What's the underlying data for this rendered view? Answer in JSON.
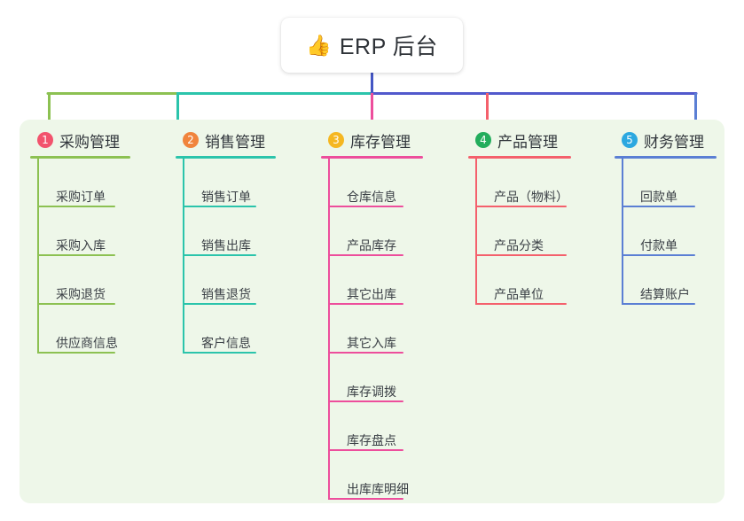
{
  "root": {
    "icon": "thumbs-up-icon",
    "icon_glyph": "👍",
    "title": "ERP 后台"
  },
  "panel": {
    "background_color": "#eef7e9"
  },
  "columns": [
    {
      "index": "1",
      "title": "采购管理",
      "badge_color": "#f2536d",
      "line_color": "#8cc152",
      "items": [
        "采购订单",
        "采购入库",
        "采购退货",
        "供应商信息"
      ]
    },
    {
      "index": "2",
      "title": "销售管理",
      "badge_color": "#f0843c",
      "line_color": "#2bc4ab",
      "items": [
        "销售订单",
        "销售出库",
        "销售退货",
        "客户信息"
      ]
    },
    {
      "index": "3",
      "title": "库存管理",
      "badge_color": "#f5b721",
      "line_color": "#ed4e9c",
      "items": [
        "仓库信息",
        "产品库存",
        "其它出库",
        "其它入库",
        "库存调拨",
        "库存盘点",
        "出库库明细"
      ]
    },
    {
      "index": "4",
      "title": "产品管理",
      "badge_color": "#22ad5c",
      "line_color": "#f4606c",
      "items": [
        "产品（物料）",
        "产品分类",
        "产品单位"
      ]
    },
    {
      "index": "5",
      "title": "财务管理",
      "badge_color": "#2ca8e0",
      "line_color": "#5b7fd4",
      "items": [
        "回款单",
        "付款单",
        "结算账户"
      ]
    }
  ],
  "connectors": {
    "stem_color": "#4456c4",
    "bus_left_color": "#8cc152",
    "bus_mid_color": "#2bc4ab",
    "bus_right_color": "#5159cc",
    "drop_colors": [
      "#8cc152",
      "#2bc4ab",
      "#ed4e9c",
      "#f4606c",
      "#5b7fd4"
    ]
  }
}
